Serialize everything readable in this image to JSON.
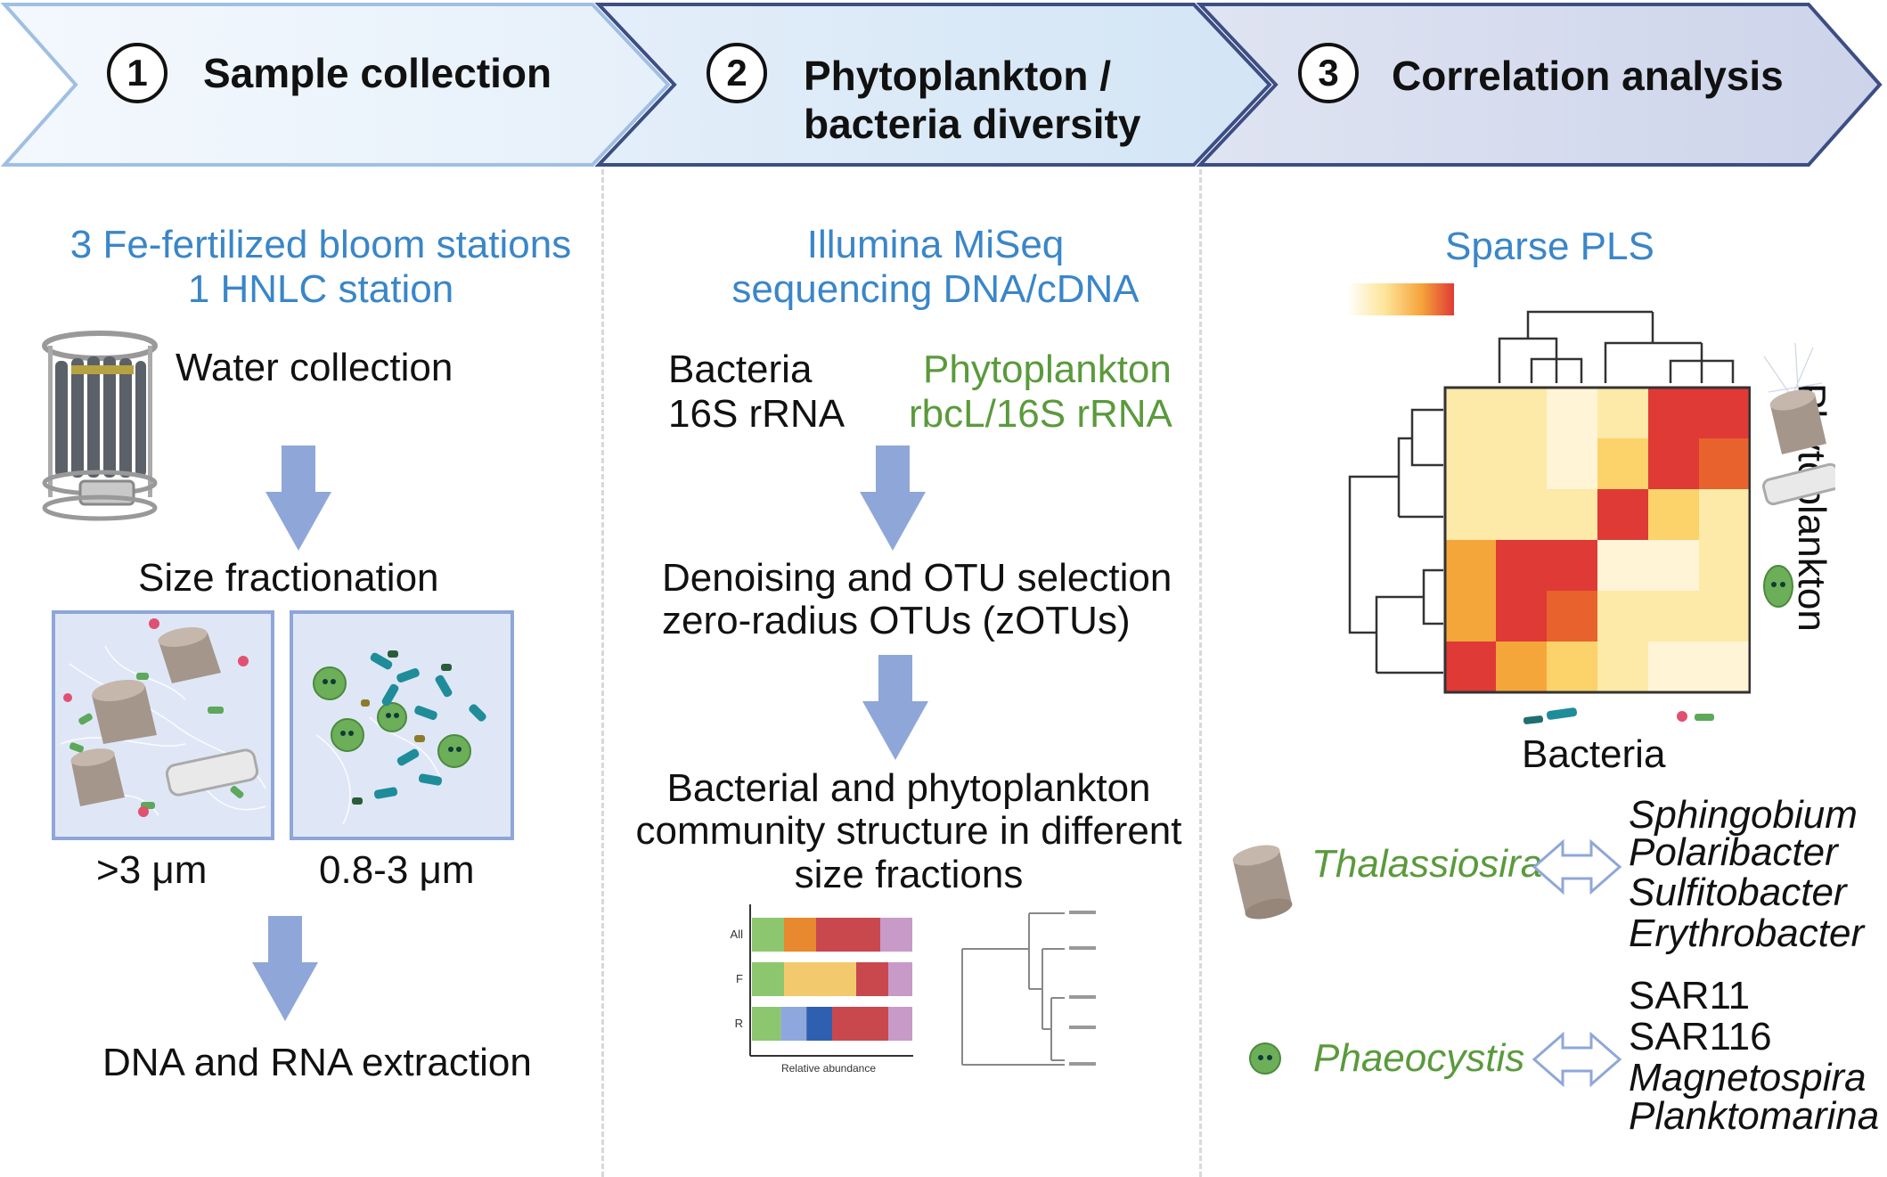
{
  "steps": [
    {
      "number": "1",
      "title_lines": [
        "Sample collection"
      ]
    },
    {
      "number": "2",
      "title_lines": [
        "Phytoplankton /",
        "bacteria diversity"
      ]
    },
    {
      "number": "3",
      "title_lines": [
        "Correlation analysis"
      ]
    }
  ],
  "col1": {
    "stations_lines": [
      "3 Fe-fertilized bloom stations",
      "1 HNLC station"
    ],
    "water_collection": "Water collection",
    "size_fractionation": "Size fractionation",
    "fraction_large": ">3 μm",
    "fraction_small": "0.8-3 μm",
    "extraction": "DNA and RNA extraction"
  },
  "col2": {
    "sequencing_lines": [
      "Illumina MiSeq",
      "sequencing DNA/cDNA"
    ],
    "bacteria_lines": [
      "Bacteria",
      "16S rRNA"
    ],
    "phyto_lines": [
      "Phytoplankton",
      "rbcL/16S rRNA"
    ],
    "denoising_lines": [
      "Denoising and OTU selection",
      "zero-radius OTUs (zOTUs)"
    ],
    "community_lines": [
      "Bacterial and phytoplankton",
      "community structure in different",
      "size fractions"
    ],
    "bar_chart": {
      "rows": [
        {
          "label": "All",
          "segments": [
            {
              "value": 0.2,
              "color": "#8cc770"
            },
            {
              "value": 0.2,
              "color": "#e8892f"
            },
            {
              "value": 0.4,
              "color": "#c9484e"
            },
            {
              "value": 0.2,
              "color": "#c79ac8"
            }
          ]
        },
        {
          "label": "F",
          "segments": [
            {
              "value": 0.2,
              "color": "#8cc770"
            },
            {
              "value": 0.45,
              "color": "#f2ca6d"
            },
            {
              "value": 0.2,
              "color": "#c9484e"
            },
            {
              "value": 0.15,
              "color": "#c79ac8"
            }
          ]
        },
        {
          "label": "R",
          "segments": [
            {
              "value": 0.18,
              "color": "#8cc770"
            },
            {
              "value": 0.16,
              "color": "#8ea8dd"
            },
            {
              "value": 0.16,
              "color": "#2f5fb0"
            },
            {
              "value": 0.35,
              "color": "#c9484e"
            },
            {
              "value": 0.15,
              "color": "#c79ac8"
            }
          ]
        }
      ],
      "xlabel": "Relative abundance"
    }
  },
  "col3": {
    "method": "Sparse PLS",
    "heatmap_colors": [
      "#fff4d6",
      "#fde9a8",
      "#fbd36a",
      "#f4a63a",
      "#e8622d",
      "#df3a35"
    ],
    "heatmap": [
      [
        1,
        1,
        0,
        1,
        5,
        5
      ],
      [
        1,
        1,
        0,
        2,
        5,
        4
      ],
      [
        1,
        1,
        1,
        5,
        2,
        1
      ],
      [
        3,
        5,
        5,
        0,
        0,
        1
      ],
      [
        3,
        5,
        4,
        1,
        1,
        1
      ],
      [
        5,
        3,
        2,
        1,
        0,
        0
      ]
    ],
    "phytoplankton_axis": "Phytoplankton",
    "bacteria_axis": "Bacteria",
    "pairs": [
      {
        "phyto": "Thalassiosira",
        "bacteria": [
          "Sphingobium",
          "Polaribacter",
          "Sulfitobacter",
          "Erythrobacter"
        ],
        "italic": [
          true,
          true,
          true,
          true
        ]
      },
      {
        "phyto": "Phaeocystis",
        "bacteria": [
          "SAR11",
          "SAR116",
          "Magnetospira",
          "Planktomarina"
        ],
        "italic": [
          false,
          false,
          true,
          true
        ]
      }
    ]
  }
}
